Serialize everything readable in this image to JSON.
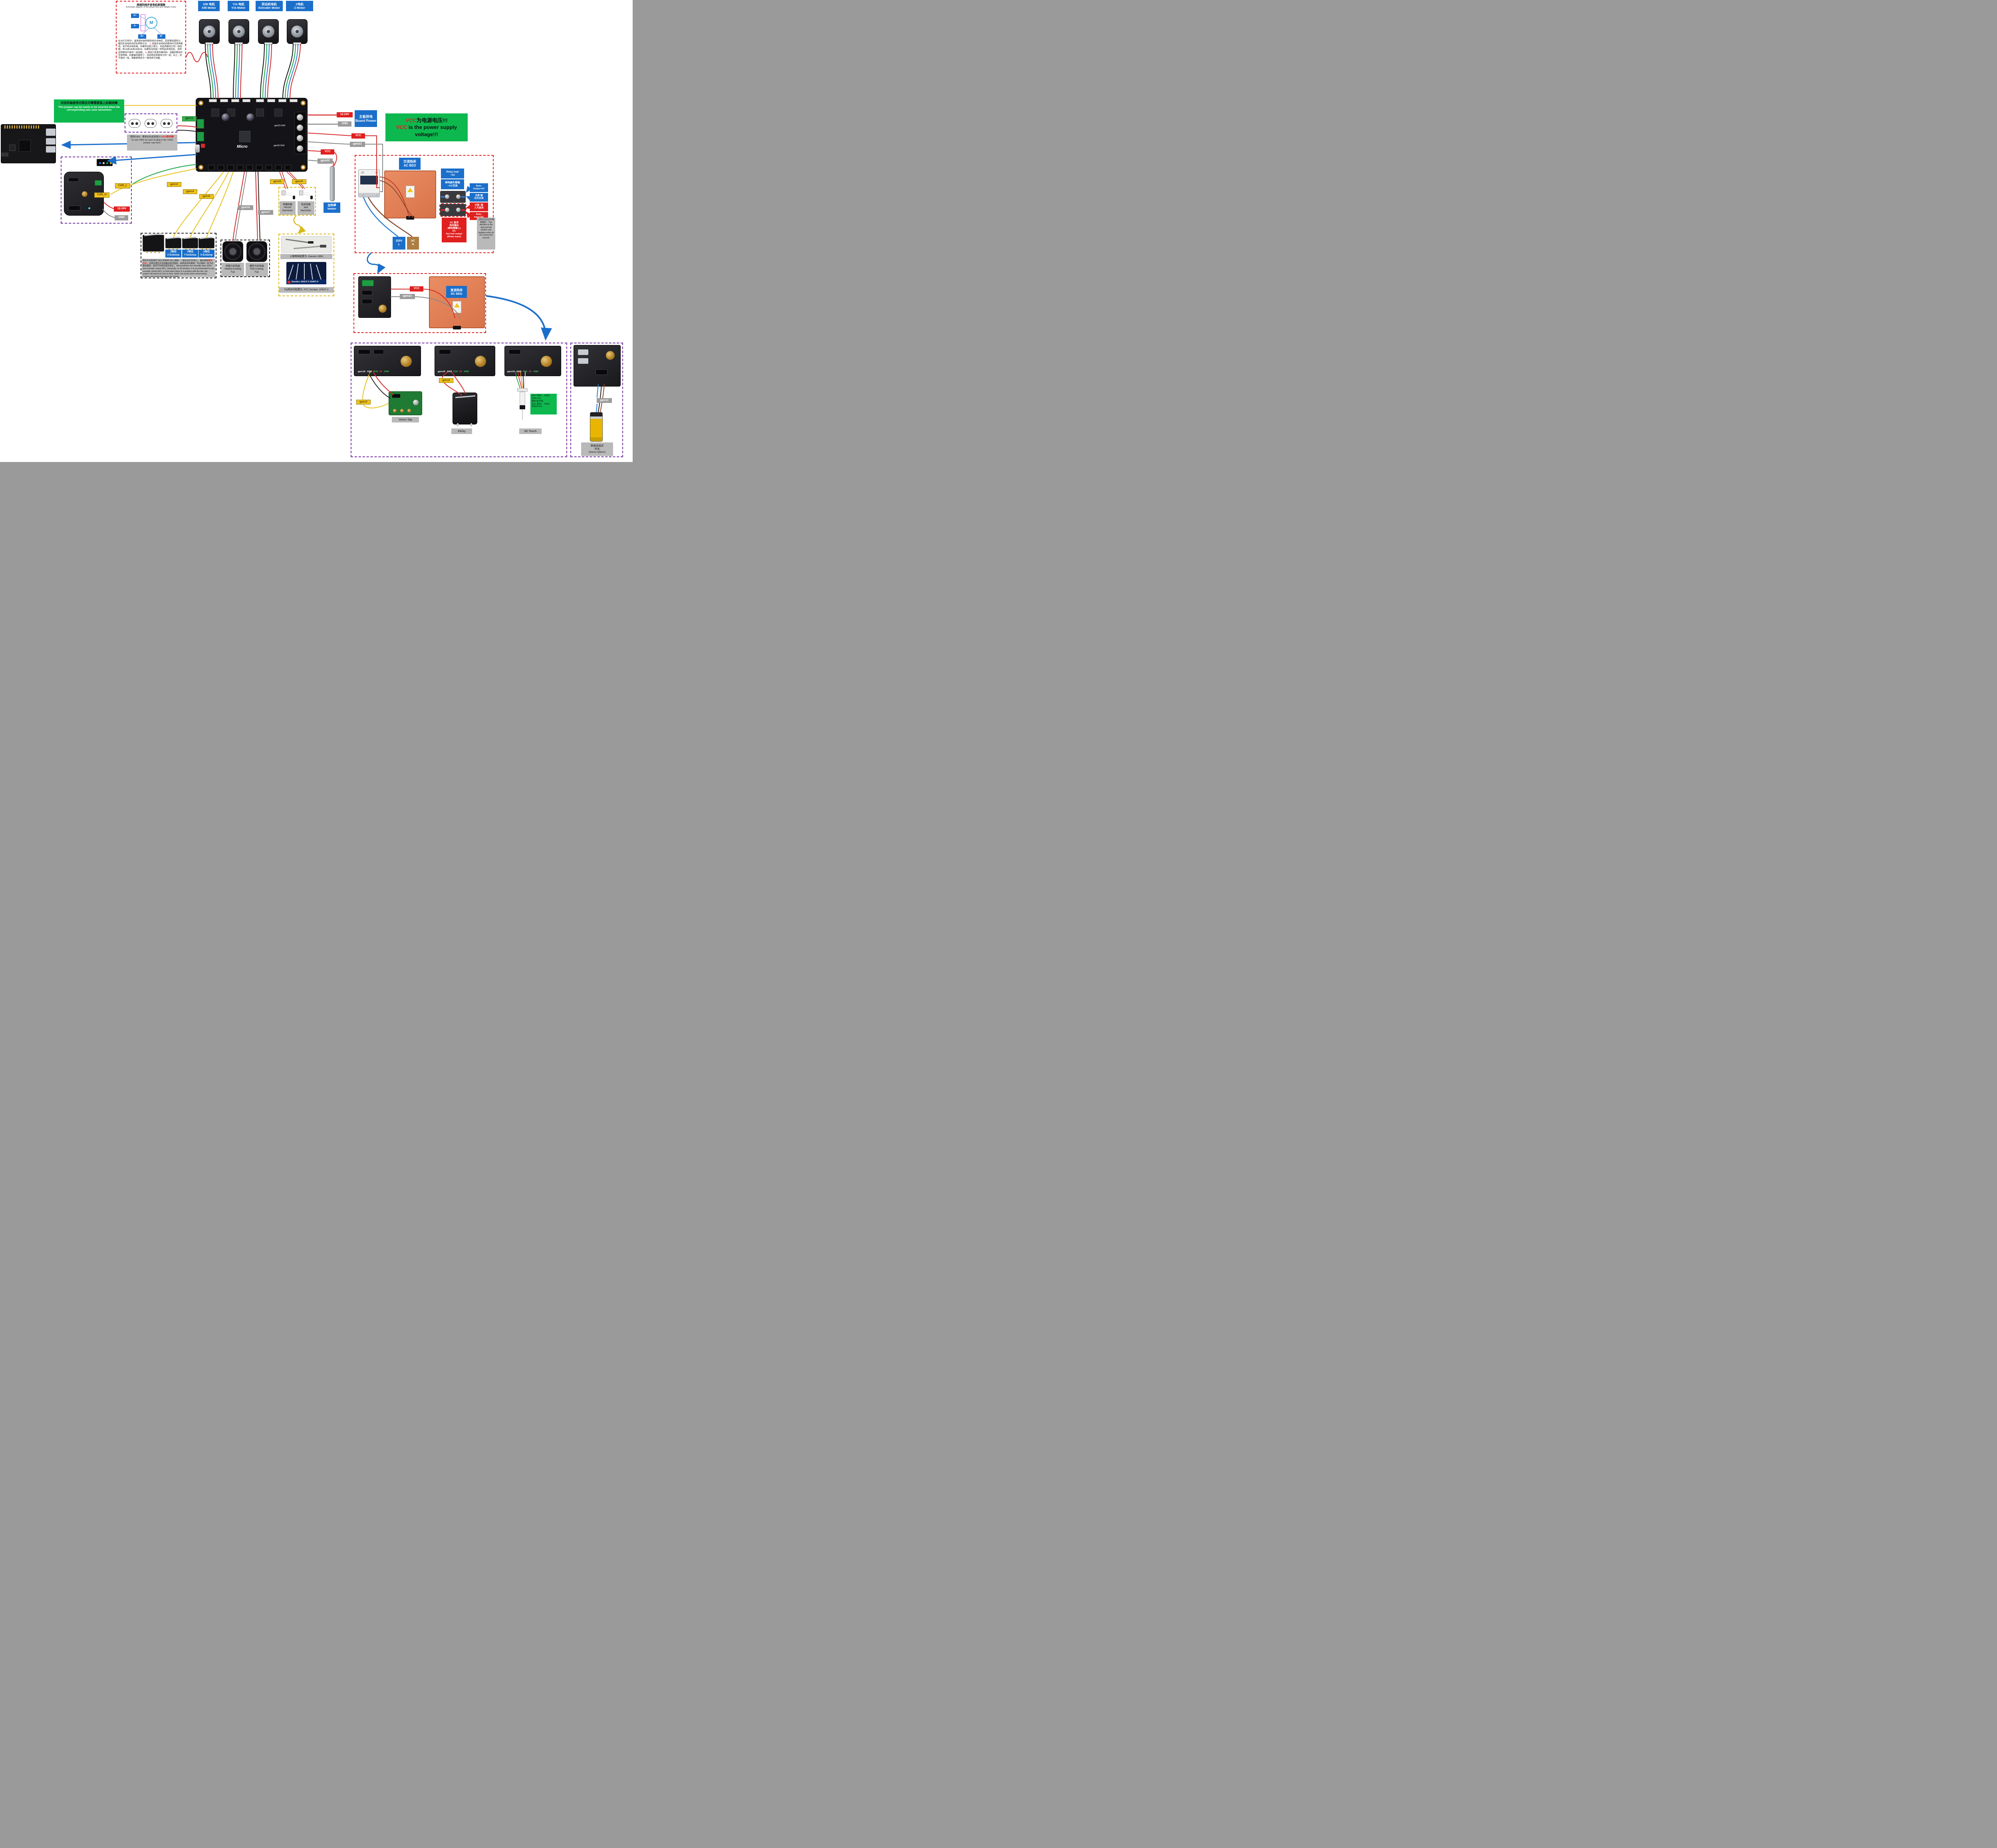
{
  "colors": {
    "blue_label": "#1b6fca",
    "red_label": "#e01f1f",
    "green_note": "#0db94e",
    "yellow_tag": "#f2c21b",
    "gray_tag": "#9b9b9b",
    "note_gray": "#b9b9b9",
    "wire_red": "#d42b2b",
    "wire_green": "#18a34a",
    "wire_blue": "#2b7bd4",
    "wire_yellow": "#e8c11c",
    "bed_orange": "#e2835b",
    "pcb_black": "#141418"
  },
  "motors": [
    {
      "cn": "X/B 电机",
      "en": "X/B Motor"
    },
    {
      "cn": "Y/A 电机",
      "en": "Y/A Motor"
    },
    {
      "cn": "挤出机电机",
      "en": "Extruder Motor"
    },
    {
      "cn": "Z电机",
      "en": "Z Motor"
    }
  ],
  "schematic": {
    "title_cn": "两相四线步进电机原理图",
    "title_en": "Schematic diagram of two-phase four-wire stepper motor",
    "pin_a_plus": "A+",
    "pin_a_minus": "A-",
    "pin_b_plus": "B+",
    "pin_b_minus": "B-",
    "motor_symbol": "M",
    "intro": "在3D打印机中，最常用的是两相四线步进电机，其原理如图所示。鉴别步进电机线序有两种方法：",
    "num1": "1.",
    "item1": "短接步进电机四根线中任意两根线，用手转动电机轴，如果转动阻力很大，则这两根线为同一组线圈，即1A和1B或2A和2B。如果和没短接一样转起来很轻松，说明这两根线不是同一组线圈。",
    "num2": "2.",
    "item2": "使用万用表的蜂鸣档，测量四根线中任意两根。如果蜂鸣器响了，则说明这两根线为同一组；反之，则不是同一组。需要更换其中一根线再次测量。"
  },
  "sensorless_note": {
    "cn": "对应的轴使用无限位归零需要插上此跳线帽",
    "en": "This jumper cap bit needs to be inserted when the corresponding axis uses sensorless"
  },
  "gpio11": "gpio11",
  "can_note": {
    "cn_a": "使用CAN、请务必在此处插上",
    "cn_b": "120Ω跳线帽!",
    "en": "To use CAN, be sure to plug in the 120Ω jumper cap here!"
  },
  "toolhead": {
    "can_l": "CAN_L",
    "can_h": "CAN_H",
    "power": "12-24V",
    "gnd": "GND"
  },
  "board": {
    "name": "Micro",
    "silk_gpio29": "gpio29 GND",
    "silk_gpio28": "gpio28 GND"
  },
  "power": {
    "v": "12-24V",
    "gnd": "GND",
    "title_cn": "主板供电",
    "title_en": "Board Power"
  },
  "vcc_note": {
    "red1": "VCC",
    "rest1": "为电源电压!!!",
    "red2": "VCC",
    "rest2": " is the power supply voltage!!!"
  },
  "heater": {
    "vcc": "VCC",
    "gpio": "gpio20",
    "cn": "加热棒",
    "en": "Heater"
  },
  "acbed": {
    "vcc": "VCC",
    "gpio21": "gpio21",
    "title_cn": "交流热床",
    "title_en": "AC BED",
    "relay_en1": "Relay load",
    "relay_en2": "~AC",
    "relay_cn1": "继电器负载端",
    "relay_cn2": "~AC交流",
    "note_out_en1": "Note:",
    "note_out_en2": "Output AC",
    "note_out_cn1": "注意 输",
    "note_out_cn2": "出为交流",
    "note_in_cn1": "注意: 输",
    "note_in_cn2": "入为直流",
    "note_in_en1": "Note:",
    "note_in_en2": "Input DC",
    "dc1": "DC 直流",
    "dc2": "热床输出",
    "dc3": "(继电器输入)",
    "dc4": "DC",
    "dc5": "Hot bed output",
    "dc6": "(Relay input)",
    "pol_cn": "注意左右在正负极别接反！",
    "pol_en": "Pay attention to the right and left positive and negative poles do not connect the reverse!",
    "l1": "220V",
    "l2": "L",
    "n1": "AC",
    "n2": "N"
  },
  "dcbed": {
    "vcc": "VCC",
    "gpio21": "gpio21",
    "title_cn": "直流热床",
    "title_en": "DC BED"
  },
  "endstops": {
    "z_cn": "Z限位",
    "z_en": "Z Endstop",
    "y_cn": "Y限位",
    "y_en": "Y Endstop",
    "x_cn": "X限位",
    "x_en": "X Endstop",
    "gpio_z": "gpio13",
    "gpio_y": "gpio14",
    "gpio_x": "gpio15",
    "note_cn_a": "限位开关有常开 (NO) 和常闭 (NC) 两种，一般在3D打印机上，建议使用",
    "note_cn_red": "常闭 (NC)",
    "note_cn_b": "。这样在限位开关线路出现问题时，系统会及时报错，可以避免一些不必要的撞机、损坏打印机的情况发生。",
    "note_en": "Microswitches are normally open (NO) and normally closed (NC). Generally, on 3D printers, it is recommended to use normally closed (NC), so that when there is a problem with the line, the system will report an error in time, which can avoid some unnecessary crashes and avoid damaging the printer."
  },
  "fans": {
    "hotend_cn": "喷管冷却风扇",
    "hotend_en1": "Hotend Cooling",
    "hotend_en2": "Fan",
    "part_cn": "模型冷却风扇",
    "part_en1": "Part Cooling",
    "part_en2": "Fan",
    "gpio_hotend": "gpio16",
    "gpio_part": "gpio17"
  },
  "thermistors": {
    "gpio_nozzle": "gpio28",
    "gpio_bed": "gpio29",
    "nozzle_cn": "喷嘴热敏",
    "nozzle_en1": "Nozzle",
    "nozzle_en2": "thermistor",
    "bed_cn": "热床热敏",
    "bed_en1": "bed",
    "bed_en2": "thermistor",
    "config_top": "上面两种配置为: Generic 3950",
    "semitec": "Semitec 104GT-2 104NT-4",
    "config_bottom": "Fly购买的配置为: ATC Semitec 104GT-2"
  },
  "probes": {
    "pin1": "gpio18",
    "pin2": "GND",
    "pin3": "P19",
    "pin4": "5V",
    "pin5": "GND",
    "voron_label": "Voron Tap",
    "voron_gpio": "gpio15",
    "klicky_label": "Klicky",
    "klicky_gpio": "gpio18",
    "touch_label": "3D Touch",
    "touch_note1": "3pin: 绿色(-、GND)",
    "touch_note2": "红色(+5V)",
    "touch_note3": "橙色(信号线)",
    "touch_note4": "2pin: 黑色(-、GND)",
    "touch_note5": "白色(Zmin)",
    "omron_cn1": "欧姆龙接近",
    "omron_cn2": "开关",
    "omron_en": "Omron Q5mc1",
    "omron_gpio": "gpio12"
  }
}
